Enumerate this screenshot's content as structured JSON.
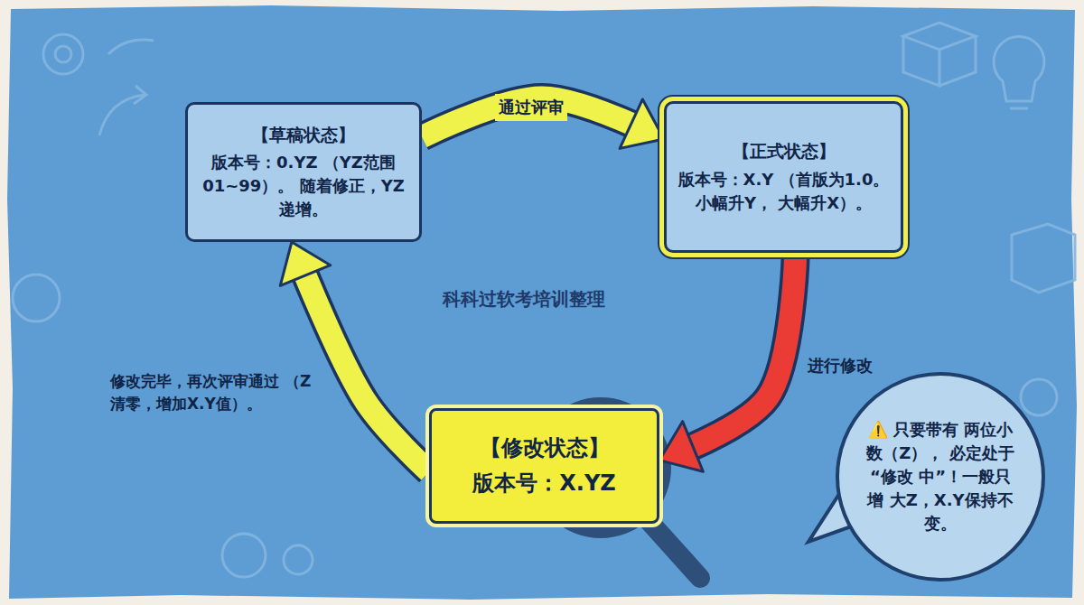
{
  "diagram": {
    "nodes": [
      {
        "text": [
          "【草稿状态】",
          "版本号：0.YZ （YZ范围 01~99）。 随着修正，YZ递增。"
        ]
      },
      {
        "text": [
          "【正式状态】",
          "版本号：X.Y （首版为1.0。小幅升Y， 大幅升X）。"
        ]
      },
      {
        "text": [
          "【修改状态】",
          "版本号：X.YZ"
        ]
      },
      {
        "text": [
          "⚠️ 只要带有 两位小数（Z）， 必定处于“修改 中”！一般只增 大Z，X.Y保持不 变。"
        ]
      }
    ],
    "edges": [
      {
        "from": 0,
        "to": 1,
        "label": "通过评审",
        "arrow": "to"
      },
      {
        "from": 1,
        "to": 2,
        "label": "进行修改",
        "arrow": "to"
      },
      {
        "from": 2,
        "to": 0,
        "label": "修改完毕，再次评审通过 （Z清零，增加X.Y值）。",
        "arrow": "to"
      }
    ],
    "labels": [
      "科科过软考培训整理"
    ]
  }
}
